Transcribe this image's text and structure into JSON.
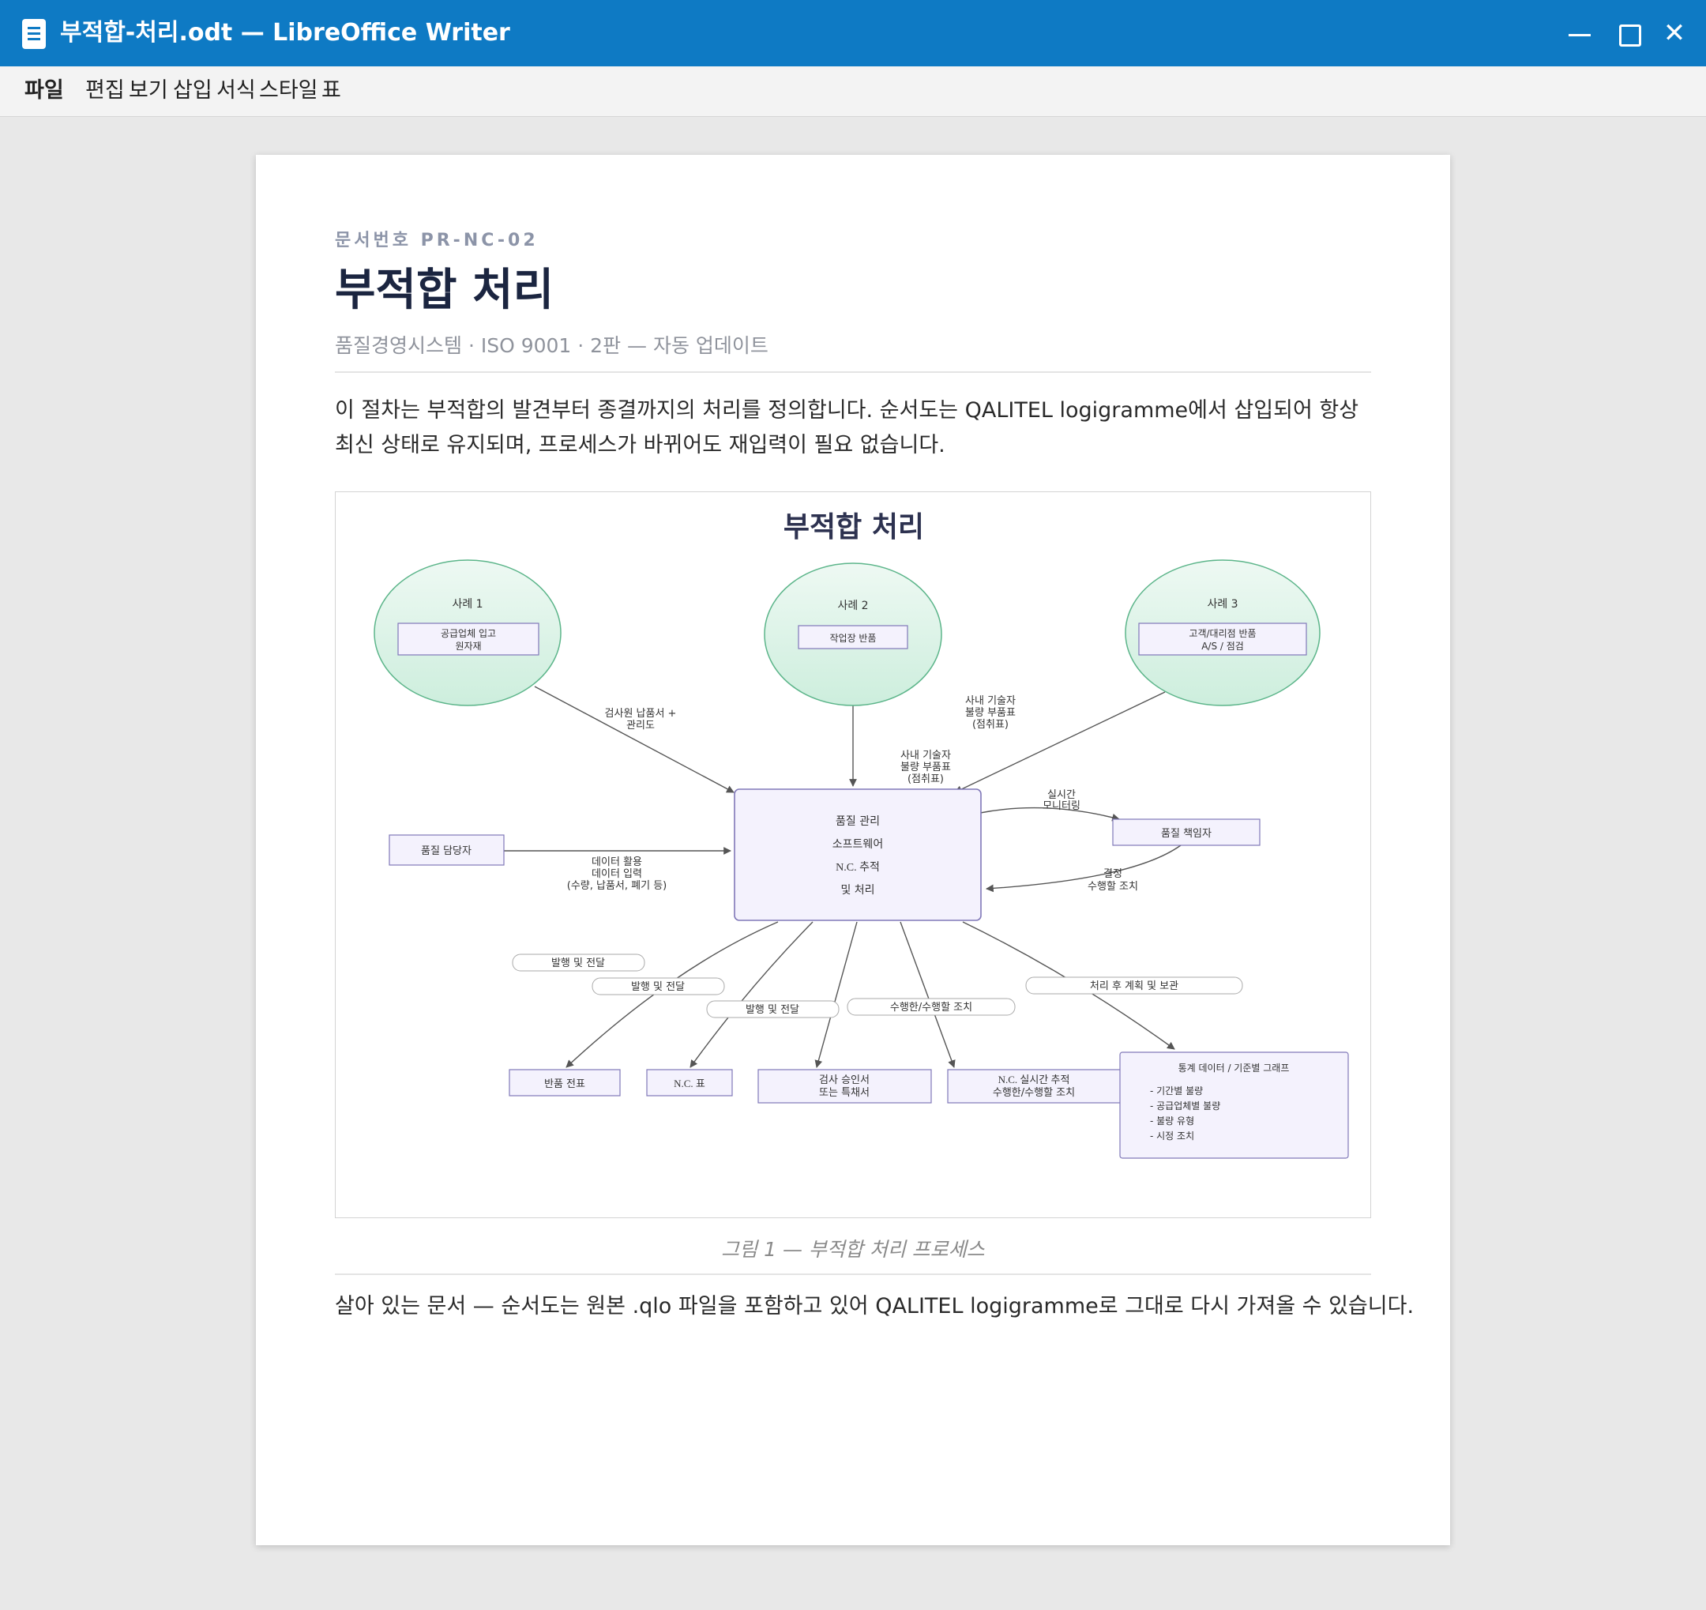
{
  "window": {
    "title": "부적합-처리.odt — LibreOffice Writer",
    "close_glyph": "✕"
  },
  "menu": {
    "items": [
      "파일",
      "편집",
      "보기",
      "삽입",
      "서식",
      "스타일",
      "표"
    ]
  },
  "document": {
    "doc_number": "문서번호 PR-NC-02",
    "title": "부적합 처리",
    "subtitle": "품질경영시스템 · ISO 9001 · 2판 — 자동 업데이트",
    "intro": "이 절차는 부적합의 발견부터 종결까지의 처리를 정의합니다. 순서도는 QALITEL logigramme에서 삽입되어 항상 최신 상태로 유지되며, 프로세스가 바뀌어도 재입력이 필요 없습니다.",
    "caption": "그림 1 — 부적합 처리 프로세스",
    "footer": "살아 있는 문서 — 순서도는 원본 .qlo 파일을 포함하고 있어 QALITEL logigramme로 그대로 다시 가져올 수 있습니다."
  },
  "diagram": {
    "title": "부적합 처리",
    "case1": {
      "label": "사례 1",
      "box": [
        "공급업체 입고",
        "원자재"
      ]
    },
    "case2": {
      "label": "사례 2",
      "box": "작업장 반품"
    },
    "case3": {
      "label": "사례 3",
      "box": [
        "고객/대리점 반품",
        "A/S / 점검"
      ]
    },
    "center": [
      "품질 관리",
      "소프트웨어",
      "N.C. 추적",
      "및 처리"
    ],
    "quality_staff": "품질 담당자",
    "quality_manager": "품질 책임자",
    "edge_case1": [
      "검사원 납품서 +",
      "관리도"
    ],
    "edge_case2": [
      "사내 기술자",
      "불량 부품표",
      "(점취표)"
    ],
    "edge_case3": [
      "사내 기술자",
      "불량 부품표",
      "(점취표)"
    ],
    "edge_staff": [
      "데이터 활용",
      "데이터 입력",
      "(수량, 납품서, 폐기 등)"
    ],
    "edge_monitor": [
      "실시간",
      "모니터링"
    ],
    "edge_decision": [
      "결정",
      "수행할 조치"
    ],
    "pill_labels": [
      "발행 및 전달",
      "발행 및 전달",
      "발행 및 전달",
      "수행한/수행할 조치",
      "처리 후 계획 및 보관"
    ],
    "outputs": {
      "return_slip": "반품 전표",
      "nc_table": "N.C. 표",
      "inspection": [
        "검사 승인서",
        "또는 특채서"
      ],
      "tracking": [
        "N.C. 실시간 추적",
        "수행한/수행할 조치"
      ],
      "stats_title": "통계 데이터 / 기준별 그래프",
      "stats_items": [
        "- 기간별 불량",
        "- 공급업체별 불량",
        "- 불량 유형",
        "- 시정 조치"
      ]
    }
  },
  "colors": {
    "titlebar": "#0e7ac4",
    "ellipse_fill": "#d2efe0",
    "ellipse_stroke": "#5cb58a",
    "box_fill": "#f4f2fd",
    "box_stroke": "#8078b8"
  }
}
